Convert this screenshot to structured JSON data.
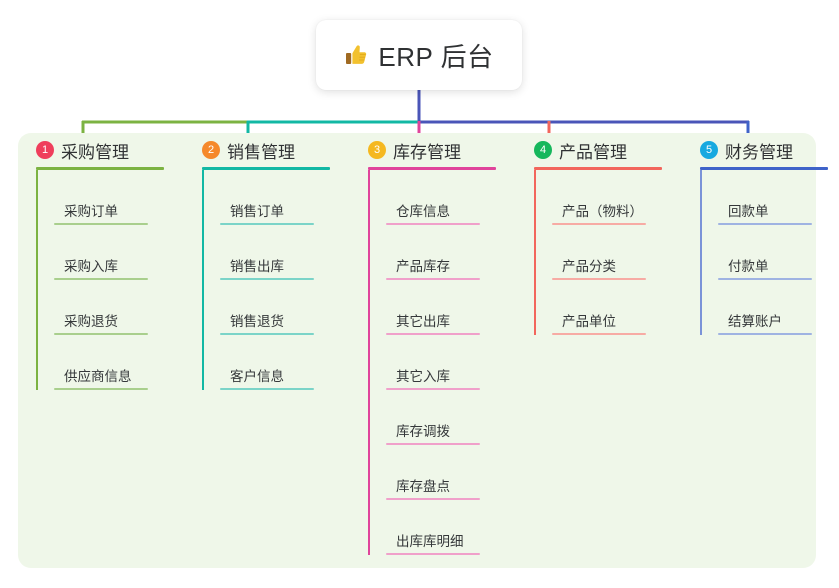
{
  "root": {
    "icon": "thumbs-up-icon",
    "title": "ERP 后台"
  },
  "theme": {
    "panel_bg": "#eff7e9",
    "page_bg": "#ffffff",
    "root_stem": "#4a55b8",
    "trunk_left": "#7cb342",
    "trunk_mid": "#12b8a4",
    "trunk_right": "#4a55b8"
  },
  "columns": [
    {
      "index": "1",
      "title": "采购管理",
      "badge_color": "#ef3e5c",
      "rule_color": "#7cb342",
      "spine_color": "#7cb342",
      "leaf_rule_color": "#a9cf8d",
      "drop_color": "#7cb342",
      "items": [
        {
          "label": "采购订单"
        },
        {
          "label": "采购入库"
        },
        {
          "label": "采购退货"
        },
        {
          "label": "供应商信息"
        }
      ]
    },
    {
      "index": "2",
      "title": "销售管理",
      "badge_color": "#f5892b",
      "rule_color": "#12b8a4",
      "spine_color": "#12b8a4",
      "leaf_rule_color": "#7bd4c8",
      "drop_color": "#12b8a4",
      "items": [
        {
          "label": "销售订单"
        },
        {
          "label": "销售出库"
        },
        {
          "label": "销售退货"
        },
        {
          "label": "客户信息"
        }
      ]
    },
    {
      "index": "3",
      "title": "库存管理",
      "badge_color": "#f5b820",
      "rule_color": "#e0449b",
      "spine_color": "#e0449b",
      "leaf_rule_color": "#f0a0ca",
      "drop_color": "#e0449b",
      "items": [
        {
          "label": "仓库信息"
        },
        {
          "label": "产品库存"
        },
        {
          "label": "其它出库"
        },
        {
          "label": "其它入库"
        },
        {
          "label": "库存调拨"
        },
        {
          "label": "库存盘点"
        },
        {
          "label": "出库库明细"
        }
      ]
    },
    {
      "index": "4",
      "title": "产品管理",
      "badge_color": "#16b75c",
      "rule_color": "#f2665c",
      "spine_color": "#f2665c",
      "leaf_rule_color": "#f7aba4",
      "drop_color": "#f2665c",
      "items": [
        {
          "label": "产品（物料）"
        },
        {
          "label": "产品分类"
        },
        {
          "label": "产品单位"
        }
      ]
    },
    {
      "index": "5",
      "title": "财务管理",
      "badge_color": "#17a9e0",
      "rule_color": "#3f63c9",
      "spine_color": "#7b93d8",
      "leaf_rule_color": "#9fb3e2",
      "drop_color": "#3f63c9",
      "items": [
        {
          "label": "回款单"
        },
        {
          "label": "付款单"
        },
        {
          "label": "结算账户"
        }
      ]
    }
  ]
}
